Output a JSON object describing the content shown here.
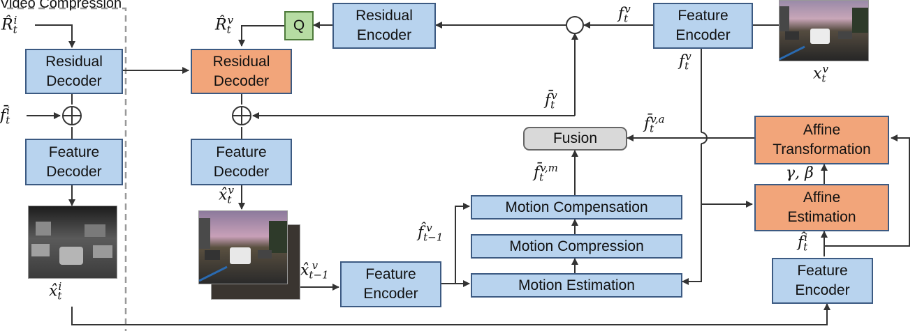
{
  "section_title": "Video Compression",
  "boxes": {
    "residual_decoder_left": "Residual\nDecoder",
    "feature_decoder_left": "Feature\nDecoder",
    "residual_decoder_mid": "Residual\nDecoder",
    "feature_decoder_mid": "Feature\nDecoder",
    "quantizer": "Q",
    "residual_encoder": "Residual\nEncoder",
    "feature_encoder_top": "Feature\nEncoder",
    "fusion": "Fusion",
    "motion_compensation": "Motion Compensation",
    "motion_compression": "Motion Compression",
    "motion_estimation": "Motion Estimation",
    "feature_encoder_bottom": "Feature\nEncoder",
    "affine_transformation": "Affine\nTransformation",
    "affine_estimation": "Affine\nEstimation",
    "feature_encoder_right": "Feature\nEncoder"
  },
  "labels": {
    "r_hat_i_base": "R̂",
    "r_hat_i_sub": "t",
    "r_hat_i_sup": "i",
    "f_bar_i_base": "f̄",
    "f_bar_i_sub": "t",
    "f_bar_i_sup": "i",
    "x_hat_i_base": "x̂",
    "x_hat_i_sub": "t",
    "x_hat_i_sup": "i",
    "r_hat_v_base": "R̂",
    "r_hat_v_sub": "t",
    "r_hat_v_sup": "v",
    "x_hat_v_base": "x̂",
    "x_hat_v_sub": "t",
    "x_hat_v_sup": "v",
    "x_hat_prev_base": "x̂",
    "x_hat_prev_sub": "t−1",
    "x_hat_prev_sup": "v",
    "f_hat_prev_base": "f̂",
    "f_hat_prev_sub": "t−1",
    "f_hat_prev_sup": "v",
    "f_v_top_base": "f",
    "f_v_top_sub": "t",
    "f_v_top_sup": "v",
    "f_v_enc_base": "f",
    "f_v_enc_sub": "t",
    "f_v_enc_sup": "v",
    "f_bar_v_base": "f̄",
    "f_bar_v_sub": "t",
    "f_bar_v_sup": "v",
    "f_bar_va_base": "f̄",
    "f_bar_va_sub": "t",
    "f_bar_va_sup": "v,a",
    "f_bar_vm_base": "f̄",
    "f_bar_vm_sub": "t",
    "f_bar_vm_sup": "v,m",
    "x_v_base": "x",
    "x_v_sub": "t",
    "x_v_sup": "v",
    "gamma_beta": "γ, β",
    "f_hat_i_base": "f̂",
    "f_hat_i_sub": "t",
    "f_hat_i_sup": "i"
  },
  "icons": {
    "adders": [
      "plus-circle-icon",
      "plus-circle-icon"
    ],
    "combiner": "circle-icon",
    "photos": [
      "infrared-image",
      "rgb-image",
      "input-image"
    ]
  }
}
